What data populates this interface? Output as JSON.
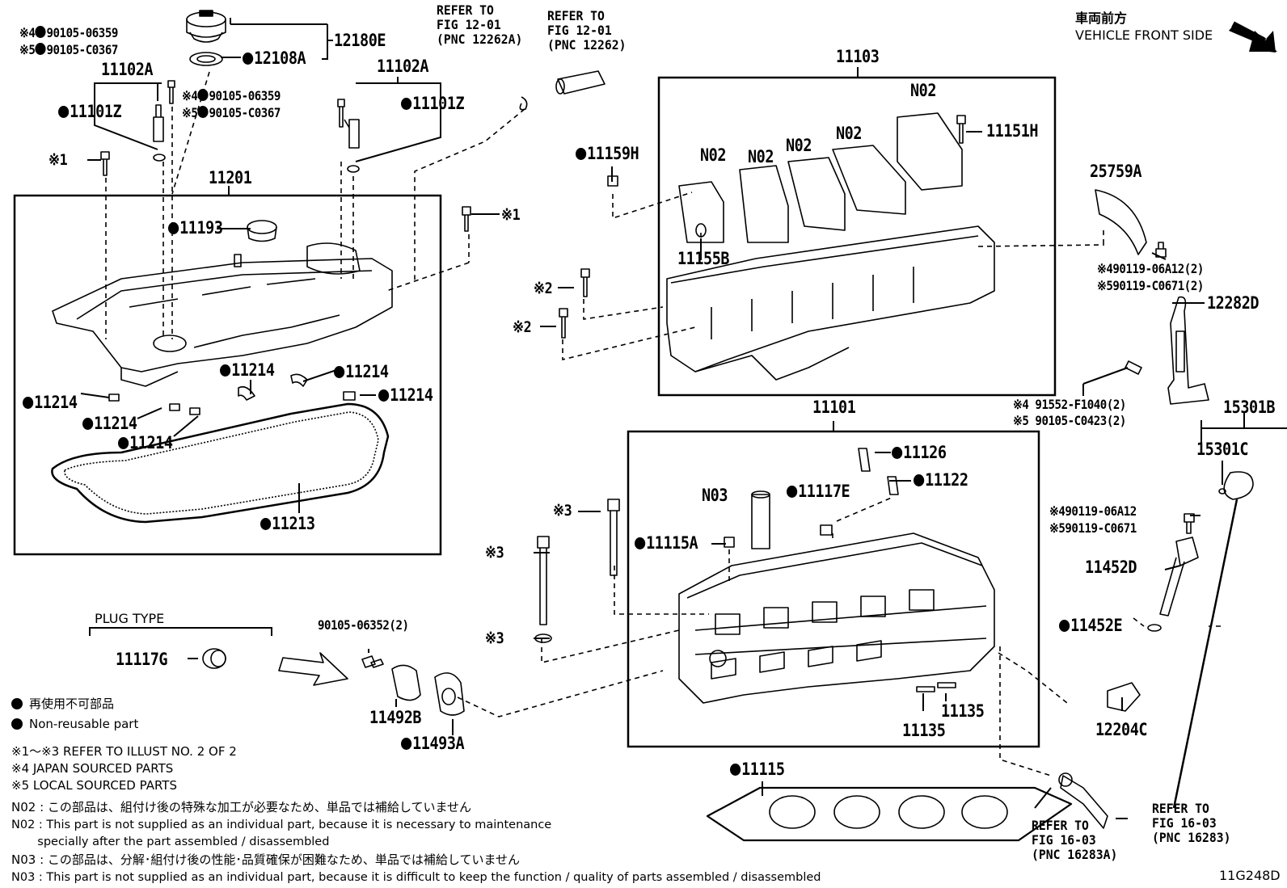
{
  "vehicle_front": {
    "jp": "車両前方",
    "en": "VEHICLE FRONT SIDE"
  },
  "refs": {
    "r1": "REFER TO\nFIG 12-01\n(PNC 12262A)",
    "r2": "REFER TO\nFIG 12-01\n(PNC 12262)",
    "r3": "REFER TO\nFIG 16-03\n(PNC 16283A)",
    "r4": "REFER TO\nFIG 16-03\n(PNC 16283)"
  },
  "labels": {
    "p12180E": "12180E",
    "p12108A": "12108A",
    "p11102A_l": "11102A",
    "p11102A_r": "11102A",
    "p11101Z_l": "11101Z",
    "p11101Z_r": "11101Z",
    "bolt_l_4": "※4",
    "bolt_l_4n": "90105-06359",
    "bolt_l_5": "※5",
    "bolt_l_5n": "90105-C0367",
    "bolt_m_4": "※4",
    "bolt_m_4n": "90105-06359",
    "bolt_m_5": "※5",
    "bolt_m_5n": "90105-C0367",
    "x1a": "※1",
    "x1b": "※1",
    "p11201": "11201",
    "p11193": "11193",
    "p11214_1": "11214",
    "p11214_2": "11214",
    "p11214_3": "11214",
    "p11214_4": "11214",
    "p11214_5": "11214",
    "p11214_6": "11214",
    "p11213": "11213",
    "p11103": "11103",
    "p11159H": "11159H",
    "p11151H": "11151H",
    "n02_1": "N02",
    "n02_2": "N02",
    "n02_3": "N02",
    "n02_4": "N02",
    "n02_5": "N02",
    "p11155B": "11155B",
    "x2a": "※2",
    "x2b": "※2",
    "p25759A": "25759A",
    "b25759_4": "※490119-06A12(2)",
    "b25759_5": "※590119-C0671(2)",
    "p12282D": "12282D",
    "b12282_4": "※4 91552-F1040(2)",
    "b12282_5": "※5 90105-C0423(2)",
    "p11101": "11101",
    "p11126": "11126",
    "p11122": "11122",
    "n03": "N03",
    "p11117E": "11117E",
    "p11115A": "11115A",
    "x3a": "※3",
    "x3b": "※3",
    "x3c": "※3",
    "p15301B": "15301B",
    "p15301C": "15301C",
    "b11452_4": "※490119-06A12",
    "b11452_5": "※590119-C0671",
    "p11452D": "11452D",
    "p11452E": "11452E",
    "p12204C": "12204C",
    "p11135a": "11135",
    "p11135b": "11135",
    "p11115": "11115",
    "plug_type": "PLUG TYPE",
    "p11117G": "11117G",
    "p90105": "90105-06352(2)",
    "p11492B": "11492B",
    "p11493A": "11493A",
    "code": "11G248D"
  },
  "legend": {
    "jp": "再使用不可部品",
    "en": "Non-reusable part"
  },
  "notes": [
    "※1〜※3  REFER TO ILLUST NO. 2 OF 2",
    "※4 JAPAN SOURCED PARTS",
    "※5 LOCAL SOURCED PARTS",
    "N02 : この部品は、組付け後の特殊な加工が必要なため、単品では補給していません",
    "N02 : This part is not supplied as an individual part, because it is necessary to maintenance",
    "       specially after the part assembled / disassembled",
    "N03 : この部品は、分解･組付け後の性能･品質確保が困難なため、単品では補給していません",
    "N03 : This part is not supplied as an individual part, because it is difficult to keep the function / quality of parts  assembled / disassembled"
  ]
}
